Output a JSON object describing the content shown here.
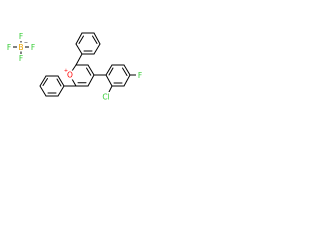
{
  "molecule": {
    "atoms": {
      "tetrafluoroborate": {
        "boron": "B",
        "boron_charge": "−",
        "fluorines": [
          "F",
          "F",
          "F",
          "F"
        ]
      },
      "pyrylium_oxygen": "O",
      "pyrylium_oxygen_charge": "+",
      "chlorine": "Cl",
      "aryl_fluorine": "F"
    },
    "colors": {
      "oxygen": "#ff0000",
      "fluorine": "#33cc33",
      "chlorine": "#33cc33",
      "boron": "#e8a000",
      "bond": "#000000"
    }
  }
}
